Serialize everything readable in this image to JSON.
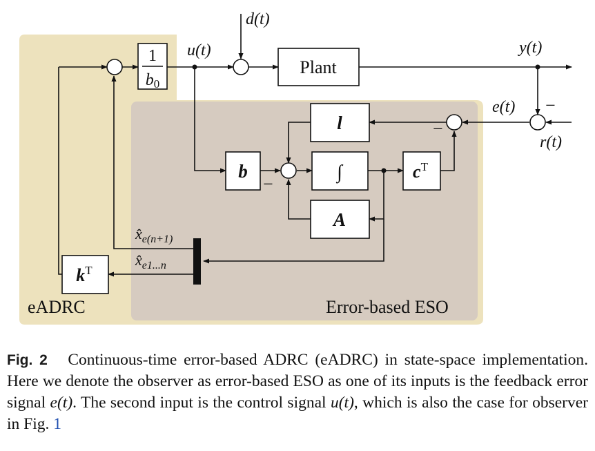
{
  "diagram": {
    "colors": {
      "outer_region": "#ede2bd",
      "inner_region": "#d6cbc0",
      "line": "#111111",
      "accent_ref": "#1f4fb0"
    },
    "regions": {
      "outer": "eADRC",
      "inner": "Error-based ESO"
    },
    "blocks": {
      "gain_num": "1",
      "gain_den": "b",
      "gain_den_sub": "0",
      "plant": "Plant",
      "l": "l",
      "b": "b",
      "integrator": "∫",
      "c": "c",
      "c_sup": "T",
      "A": "A",
      "k": "k",
      "k_sup": "T"
    },
    "signals": {
      "u": "u(t)",
      "d": "d(t)",
      "y": "y(t)",
      "e": "e(t)",
      "r": "r(t)",
      "xhat_top_sub": "e(n+1)",
      "xhat_bot_sub": "e1...n",
      "xhat": "x̂",
      "minus": "−"
    }
  },
  "caption": {
    "fig_label": "Fig. 2",
    "part1": "Continuous-time error-based ADRC (eADRC) in state-space implementation. Here we denote the observer as error-based ESO as one of its inputs is the feedback error signal ",
    "e_sym": "e(t)",
    "part2": ". The second input is the control signal ",
    "u_sym": "u(t)",
    "part3": ", which is also the case for observer in Fig. ",
    "ref": "1"
  }
}
